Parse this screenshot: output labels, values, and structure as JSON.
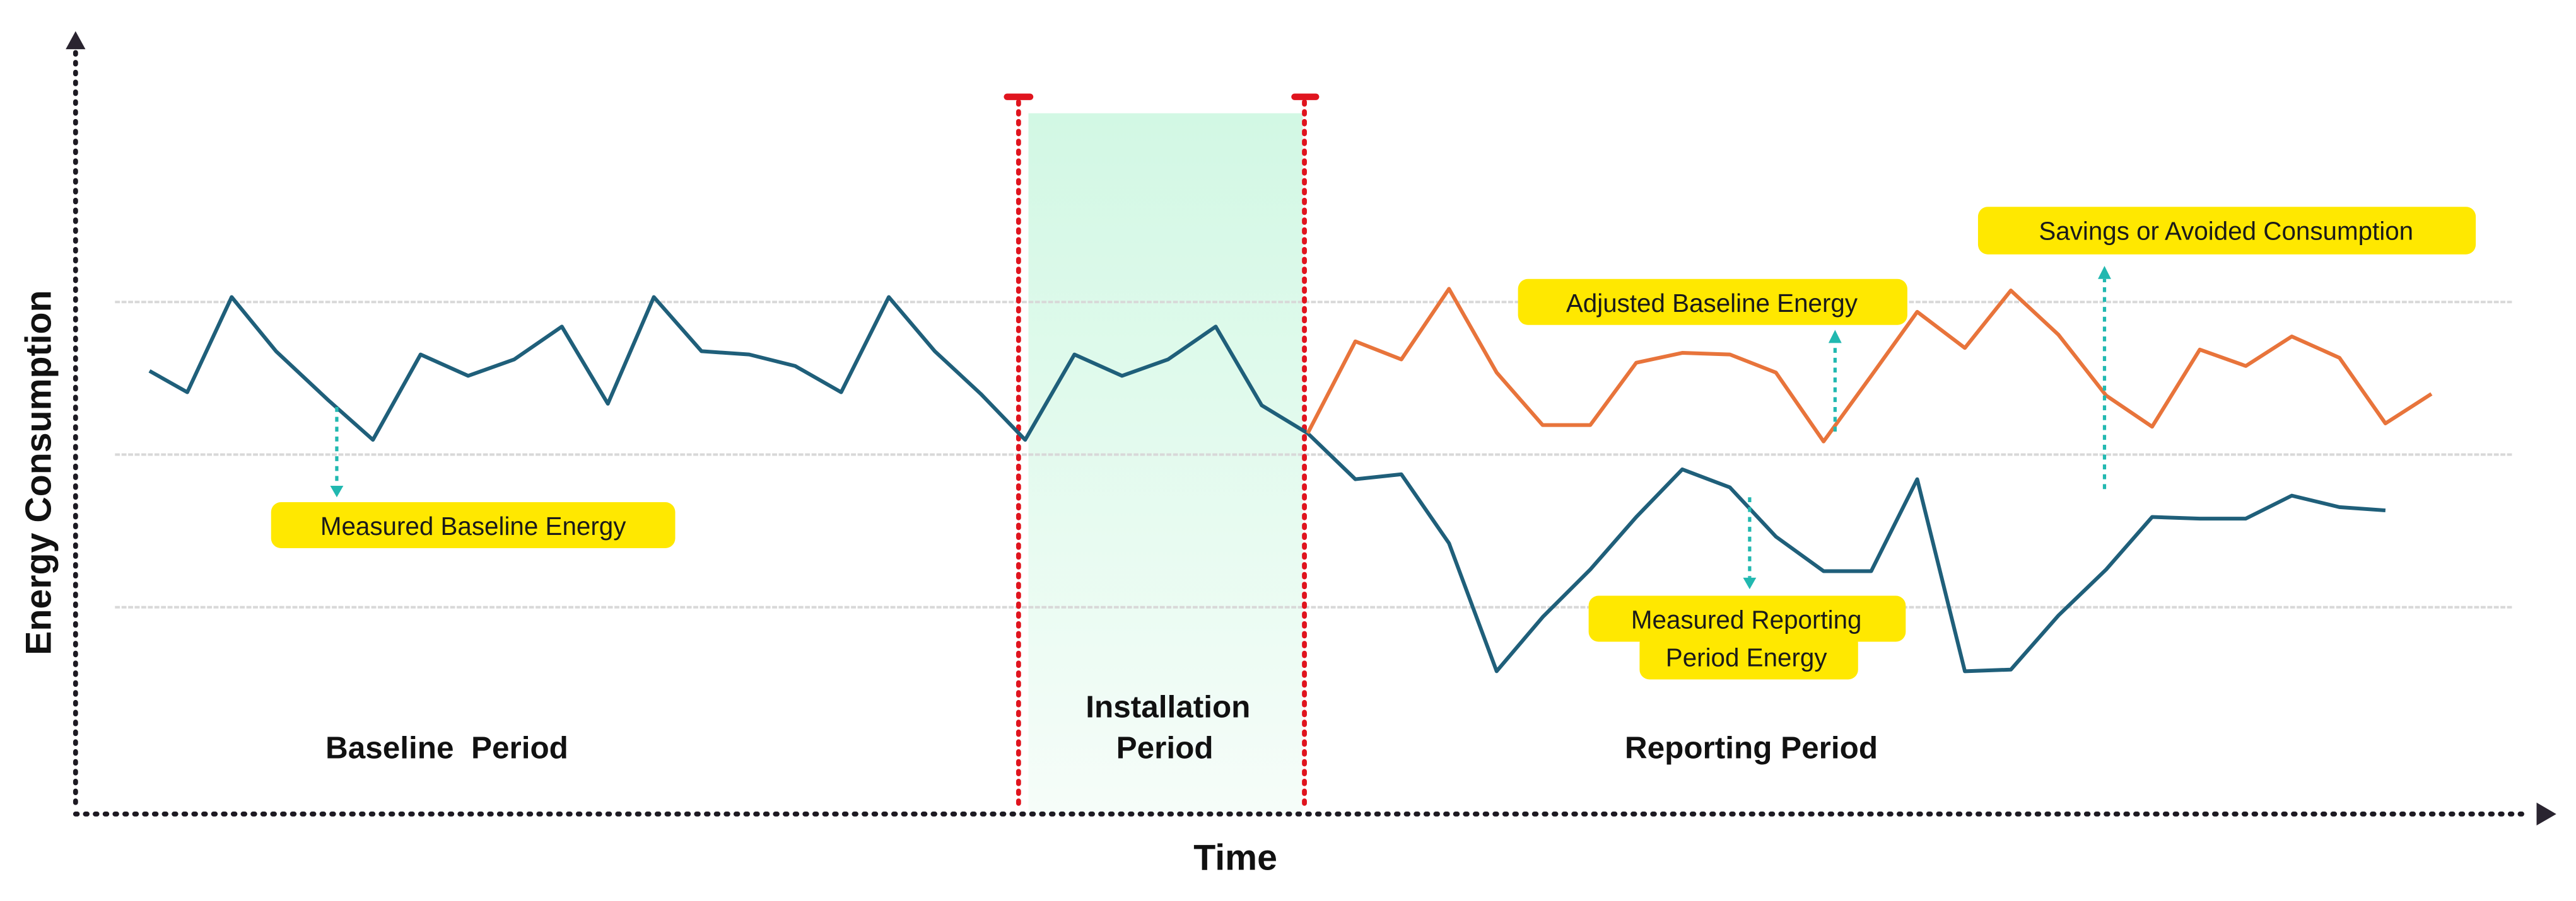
{
  "chart_data": {
    "type": "line",
    "title": "",
    "xlabel": "Time",
    "ylabel": "Energy Consumption",
    "grid": true,
    "legend": null,
    "periods": [
      {
        "name": "Baseline Period",
        "label": "Baseline  Period"
      },
      {
        "name": "Installation Period",
        "label_line1": "Installation",
        "label_line2": "Period",
        "shaded": true
      },
      {
        "name": "Reporting Period",
        "label": "Reporting Period"
      }
    ],
    "series": [
      {
        "name": "Measured Baseline Energy",
        "color": "#1f5f7a",
        "points": [
          [
            91,
            226
          ],
          [
            114,
            239
          ],
          [
            141,
            181
          ],
          [
            168,
            214
          ],
          [
            200,
            244
          ],
          [
            227,
            268
          ],
          [
            256,
            216
          ],
          [
            285,
            229
          ],
          [
            313,
            219
          ],
          [
            342,
            199
          ],
          [
            370,
            246
          ],
          [
            398,
            181
          ],
          [
            427,
            214
          ],
          [
            456,
            216
          ],
          [
            484,
            223
          ],
          [
            512,
            239
          ],
          [
            541,
            181
          ],
          [
            569,
            214
          ],
          [
            597,
            240
          ],
          [
            624,
            268
          ],
          [
            654,
            216
          ],
          [
            683,
            229
          ],
          [
            711,
            219
          ],
          [
            740,
            199
          ],
          [
            768,
            247
          ],
          [
            796,
            264
          ]
        ]
      },
      {
        "name": "Measured Reporting Period Energy",
        "color": "#1f5f7a",
        "points": [
          [
            796,
            264
          ],
          [
            825,
            292
          ],
          [
            853,
            289
          ],
          [
            882,
            331
          ],
          [
            911,
            409
          ],
          [
            939,
            376
          ],
          [
            968,
            347
          ],
          [
            996,
            315
          ],
          [
            1024,
            286
          ],
          [
            1053,
            297
          ],
          [
            1081,
            327
          ],
          [
            1110,
            348
          ],
          [
            1139,
            348
          ],
          [
            1167,
            292
          ],
          [
            1196,
            409
          ],
          [
            1224,
            408
          ],
          [
            1253,
            375
          ],
          [
            1282,
            347
          ],
          [
            1310,
            315
          ],
          [
            1339,
            316
          ],
          [
            1367,
            316
          ],
          [
            1395,
            302
          ],
          [
            1424,
            309
          ],
          [
            1452,
            311
          ]
        ]
      },
      {
        "name": "Adjusted Baseline Energy",
        "color": "#e8743b",
        "points": [
          [
            796,
            264
          ],
          [
            825,
            208
          ],
          [
            853,
            219
          ],
          [
            882,
            176
          ],
          [
            911,
            227
          ],
          [
            939,
            259
          ],
          [
            968,
            259
          ],
          [
            996,
            221
          ],
          [
            1024,
            215
          ],
          [
            1053,
            216
          ],
          [
            1081,
            227
          ],
          [
            1110,
            269
          ],
          [
            1139,
            229
          ],
          [
            1167,
            190
          ],
          [
            1196,
            212
          ],
          [
            1224,
            177
          ],
          [
            1253,
            204
          ],
          [
            1282,
            241
          ],
          [
            1310,
            260
          ],
          [
            1339,
            213
          ],
          [
            1367,
            223
          ],
          [
            1395,
            205
          ],
          [
            1424,
            218
          ],
          [
            1452,
            258
          ],
          [
            1480,
            240
          ]
        ]
      }
    ],
    "annotations": [
      {
        "text": "Measured Baseline Energy",
        "arrow": "down"
      },
      {
        "text": "Adjusted Baseline Energy",
        "arrow": "up"
      },
      {
        "text": "Savings or Avoided Consumption",
        "arrow": "up"
      },
      {
        "text": "Measured Reporting Period Energy",
        "arrow": "down"
      }
    ],
    "colors": {
      "baseline_line": "#1f5f7a",
      "adjusted_line": "#e8743b",
      "callout_bg": "#ffe800",
      "arrow": "#21b8b0",
      "period_marker": "#e0141e",
      "installation_shade": "#d4f8e6",
      "axis": "#1d1a22",
      "gridline": "#dcdcdc"
    }
  },
  "axes": {
    "y_title": "Energy Consumption",
    "x_title": "Time"
  },
  "periods": {
    "baseline": "Baseline  Period",
    "installation_line1": "Installation",
    "installation_line2": "Period",
    "reporting": "Reporting Period"
  },
  "callouts": {
    "measured_baseline": "Measured Baseline Energy",
    "adjusted_baseline": "Adjusted Baseline Energy",
    "savings": "Savings or Avoided Consumption",
    "measured_reporting_line1": "Measured Reporting",
    "measured_reporting_line2": "Period Energy"
  }
}
